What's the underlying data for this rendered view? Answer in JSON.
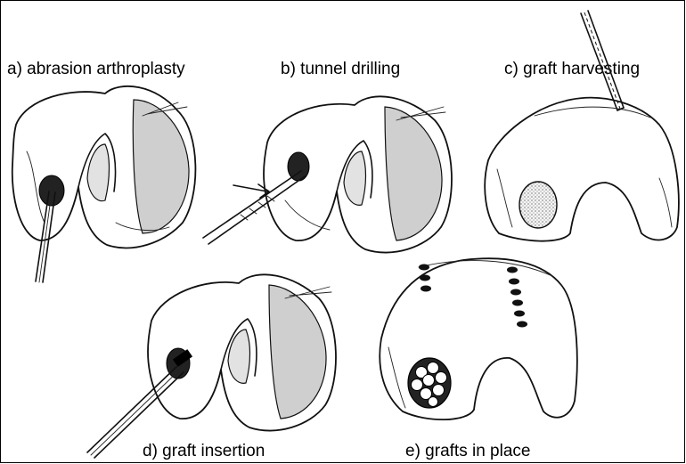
{
  "panels": {
    "a": {
      "label": "a) abrasion arthroplasty"
    },
    "b": {
      "label": "b) tunnel drilling"
    },
    "c": {
      "label": "c) graft harvesting"
    },
    "d": {
      "label": "d) graft insertion"
    },
    "e": {
      "label": "e) grafts in place"
    }
  }
}
